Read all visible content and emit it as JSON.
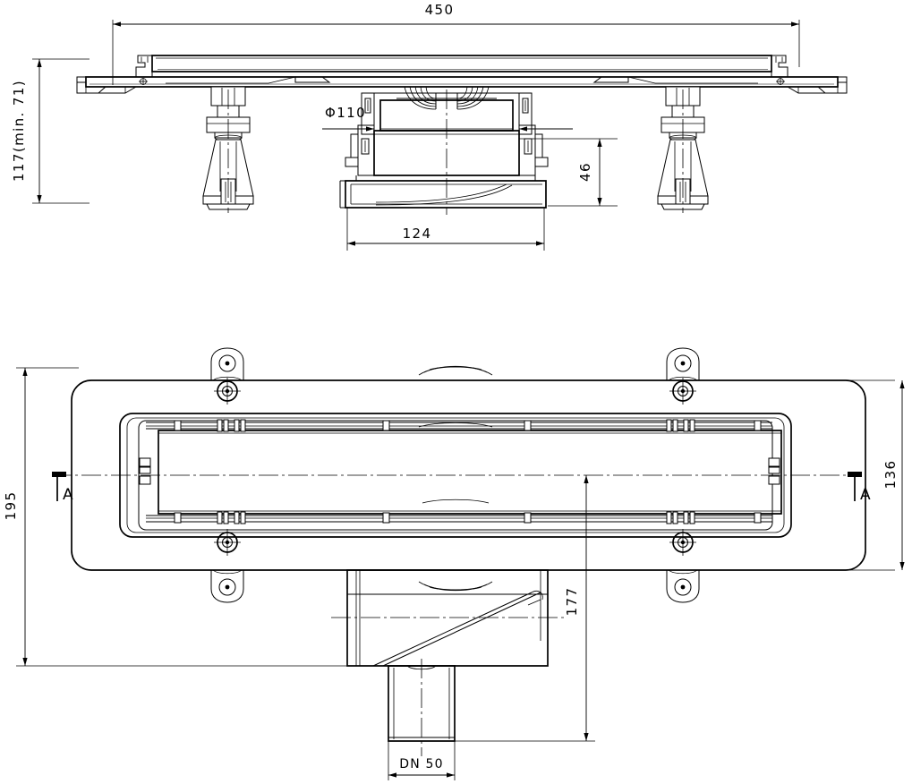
{
  "drawing": {
    "type": "engineering-technical-drawing",
    "subject": "linear shower channel drain with adjustable feet and DN 50 side outlet",
    "views": [
      {
        "id": "section-elevation",
        "name": "Section A-A elevation (upper view)"
      },
      {
        "id": "plan",
        "name": "Plan view (lower view)"
      }
    ],
    "line_color": "#000000",
    "background_color": "#ffffff"
  },
  "dimensions": {
    "overall_length": "450",
    "height_adjust": "117(min. 71)",
    "outlet_diameter": "Φ110",
    "body_height": "46",
    "body_width": "124",
    "overall_width": "195",
    "frame_width": "136",
    "outlet_offset": "177",
    "nominal_outlet": "DN 50"
  },
  "section_marks": {
    "left": "A",
    "right": "A"
  }
}
